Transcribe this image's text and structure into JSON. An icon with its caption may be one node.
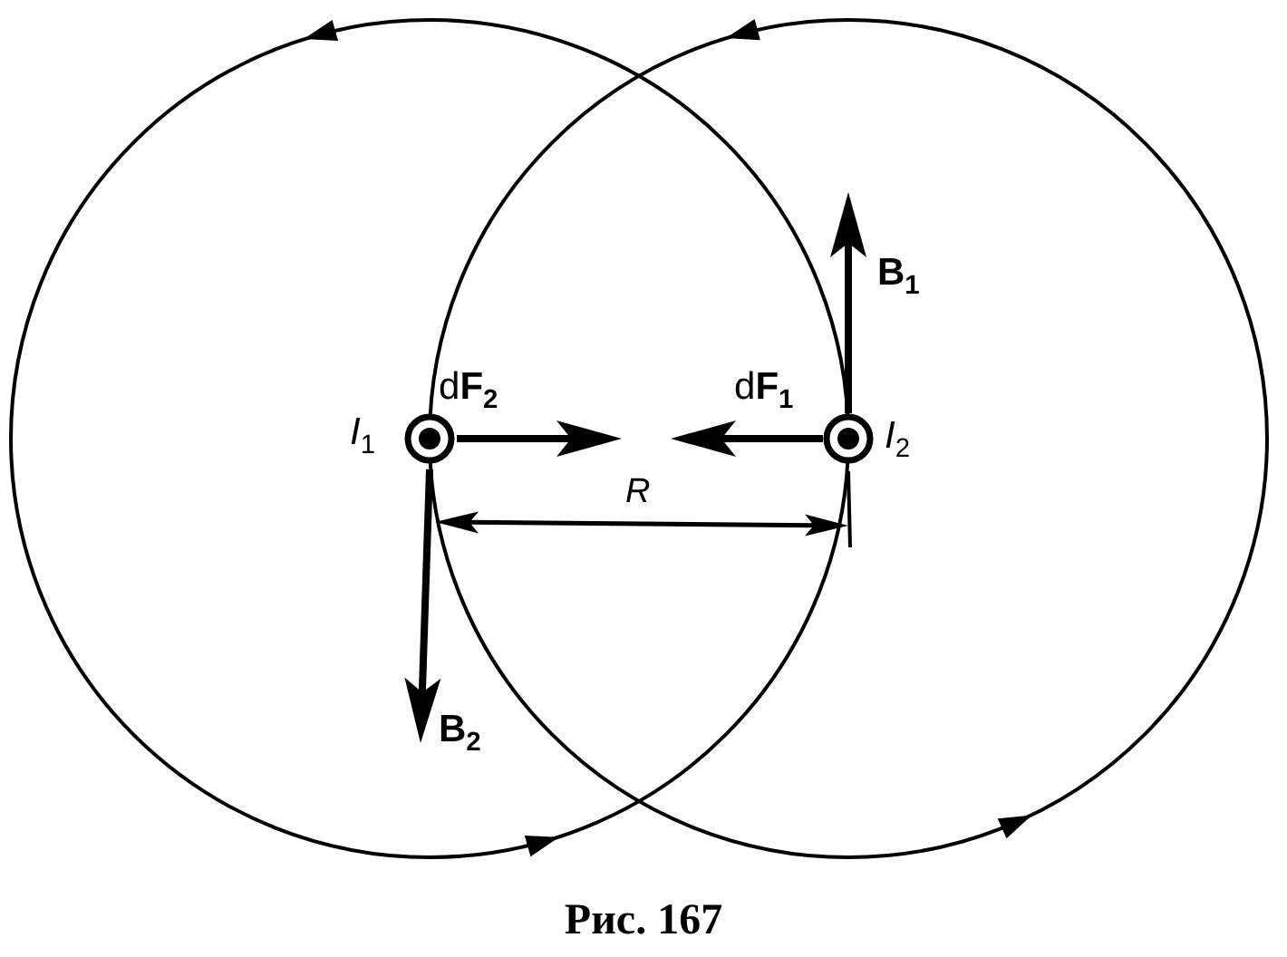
{
  "diagram": {
    "caption": "Рис. 167",
    "nodes": [
      {
        "text": [],
        "shape": "circle",
        "beside": [
          "*I*$_{1}$"
        ]
      },
      {
        "text": [],
        "shape": "circle",
        "beside": [
          "*I*$_{2}$"
        ]
      }
    ],
    "labels": [
      "d**F**$_{2}$",
      "d**F**$_{1}$",
      "**B**$_{1}$",
      "**B**$_{2}$",
      "R"
    ]
  }
}
